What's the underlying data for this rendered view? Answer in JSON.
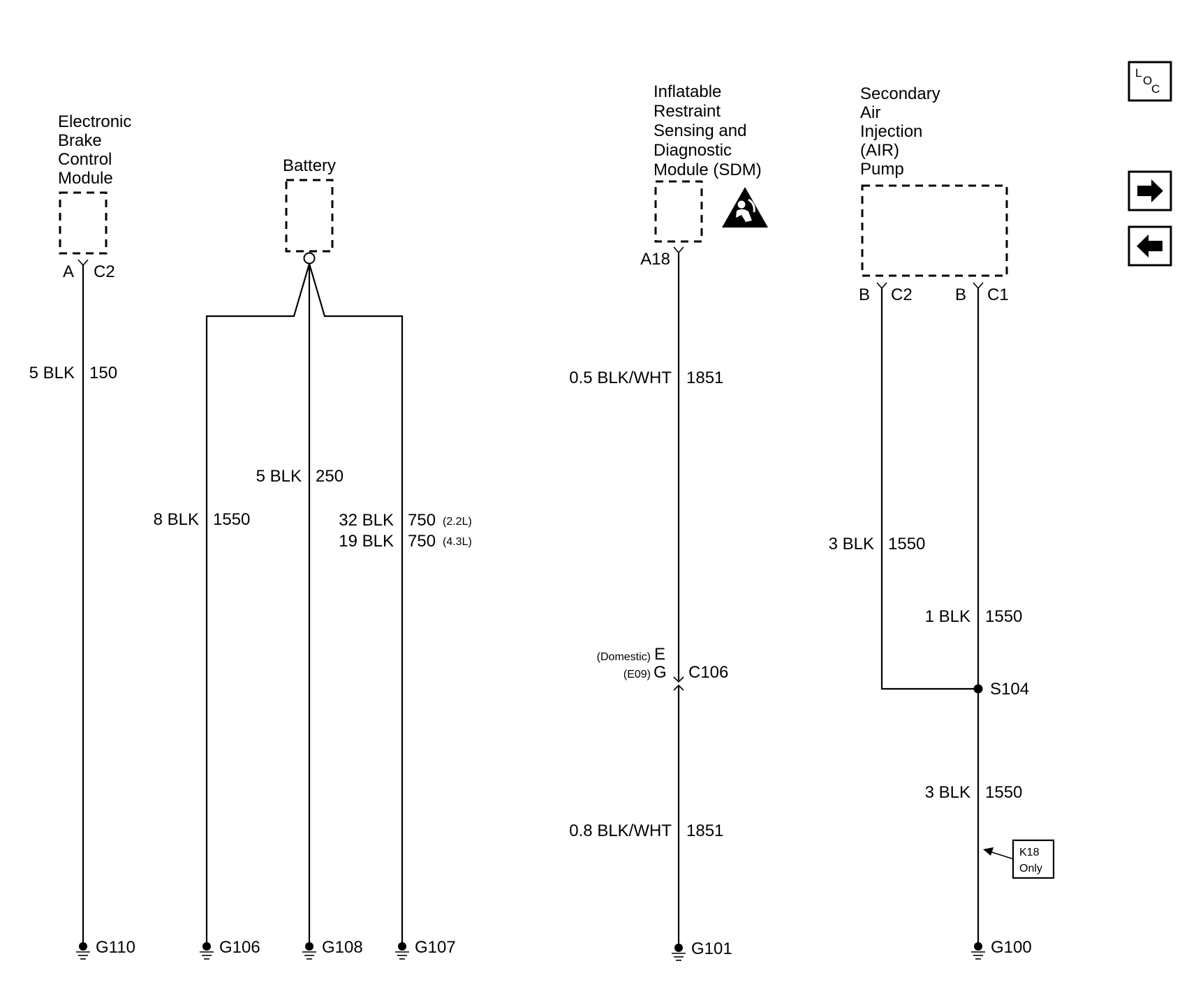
{
  "components": {
    "ebcm": [
      "Electronic",
      "Brake",
      "Control",
      "Module"
    ],
    "battery": [
      "Battery"
    ],
    "sdm": [
      "Inflatable",
      "Restraint",
      "Sensing and",
      "Diagnostic",
      "Module (SDM)"
    ],
    "air_pump": [
      "Secondary",
      "Air",
      "Injection",
      "(AIR)",
      "Pump"
    ]
  },
  "connectors": {
    "ebcm_pin": "A",
    "ebcm_conn": "C2",
    "sdm_pin": "A18",
    "air_pin_left": "B",
    "air_conn_left": "C2",
    "air_pin_right": "B",
    "air_conn_right": "C1",
    "c106_pin_e": "E",
    "c106_note_e": "(Domestic)",
    "c106_pin_g": "G",
    "c106_note_g": "(E09)",
    "c106": "C106"
  },
  "wires": {
    "ebcm": {
      "gauge": "5 BLK",
      "circuit": "150"
    },
    "bat_left": {
      "gauge": "8 BLK",
      "circuit": "1550"
    },
    "bat_center": {
      "gauge": "5 BLK",
      "circuit": "250"
    },
    "bat_right_a": {
      "gauge": "32 BLK",
      "circuit": "750",
      "note": "(2.2L)"
    },
    "bat_right_b": {
      "gauge": "19 BLK",
      "circuit": "750",
      "note": "(4.3L)"
    },
    "sdm_upper": {
      "gauge": "0.5 BLK/WHT",
      "circuit": "1851"
    },
    "sdm_lower": {
      "gauge": "0.8 BLK/WHT",
      "circuit": "1851"
    },
    "air_left": {
      "gauge": "3 BLK",
      "circuit": "1550"
    },
    "air_right": {
      "gauge": "1 BLK",
      "circuit": "1550"
    },
    "air_lower": {
      "gauge": "3 BLK",
      "circuit": "1550"
    }
  },
  "splice": "S104",
  "note_box": [
    "K18",
    "Only"
  ],
  "grounds": [
    "G110",
    "G106",
    "G108",
    "G107",
    "G101",
    "G100"
  ],
  "nav": {
    "loc_letters": [
      "L",
      "O",
      "C"
    ],
    "forward_icon": "right-arrow-icon",
    "back_icon": "left-arrow-icon"
  }
}
